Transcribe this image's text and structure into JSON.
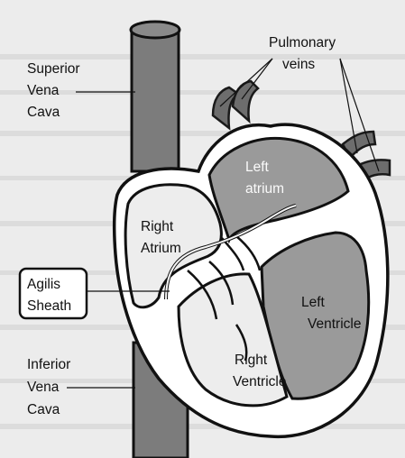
{
  "diagram": {
    "labels": {
      "superior_vena_cava": [
        "Superior",
        "Vena",
        "Cava"
      ],
      "pulmonary_veins": [
        "Pulmonary",
        "veins"
      ],
      "left_atrium": [
        "Left",
        "atrium"
      ],
      "right_atrium": [
        "Right",
        "Atrium"
      ],
      "agilis_sheath": [
        "Agilis",
        "Sheath"
      ],
      "left_ventricle": [
        "Left",
        "Ventricle"
      ],
      "right_ventricle": [
        "Right",
        "Ventricle"
      ],
      "inferior_vena_cava": [
        "Inferior",
        "Vena",
        "Cava"
      ]
    }
  }
}
